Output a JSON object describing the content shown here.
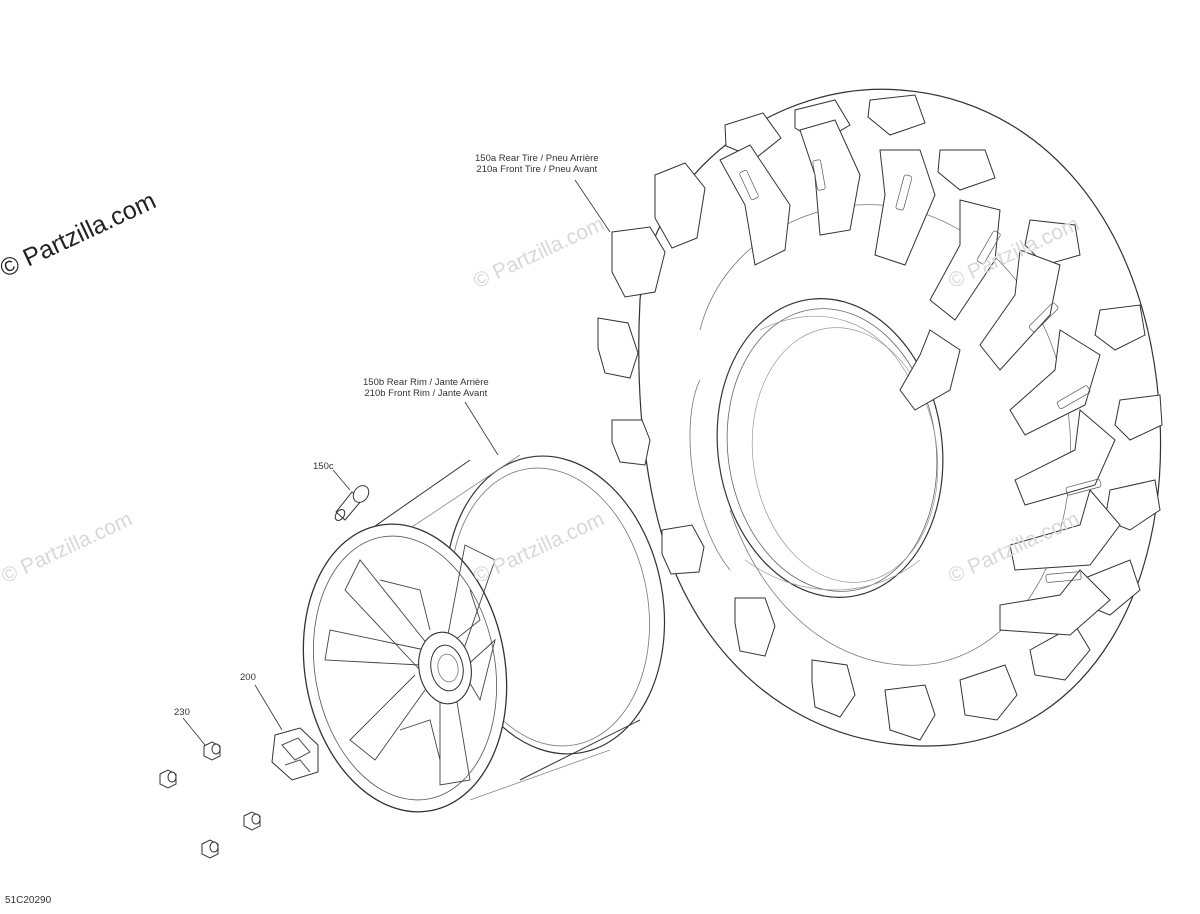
{
  "watermarks": {
    "main": "© Partzilla.com",
    "faint": "© Partzilla.com"
  },
  "callouts": {
    "tire": {
      "line1": "150a Rear Tire / Pneu Arrière",
      "line2": "210a Front Tire / Pneu Avant"
    },
    "rim": {
      "line1": "150b Rear Rim / Jante Arrière",
      "line2": "210b Front Rim / Jante Avant"
    },
    "valve": "150c",
    "cap": "200",
    "nuts": "230"
  },
  "diagram_code": "51C20290"
}
